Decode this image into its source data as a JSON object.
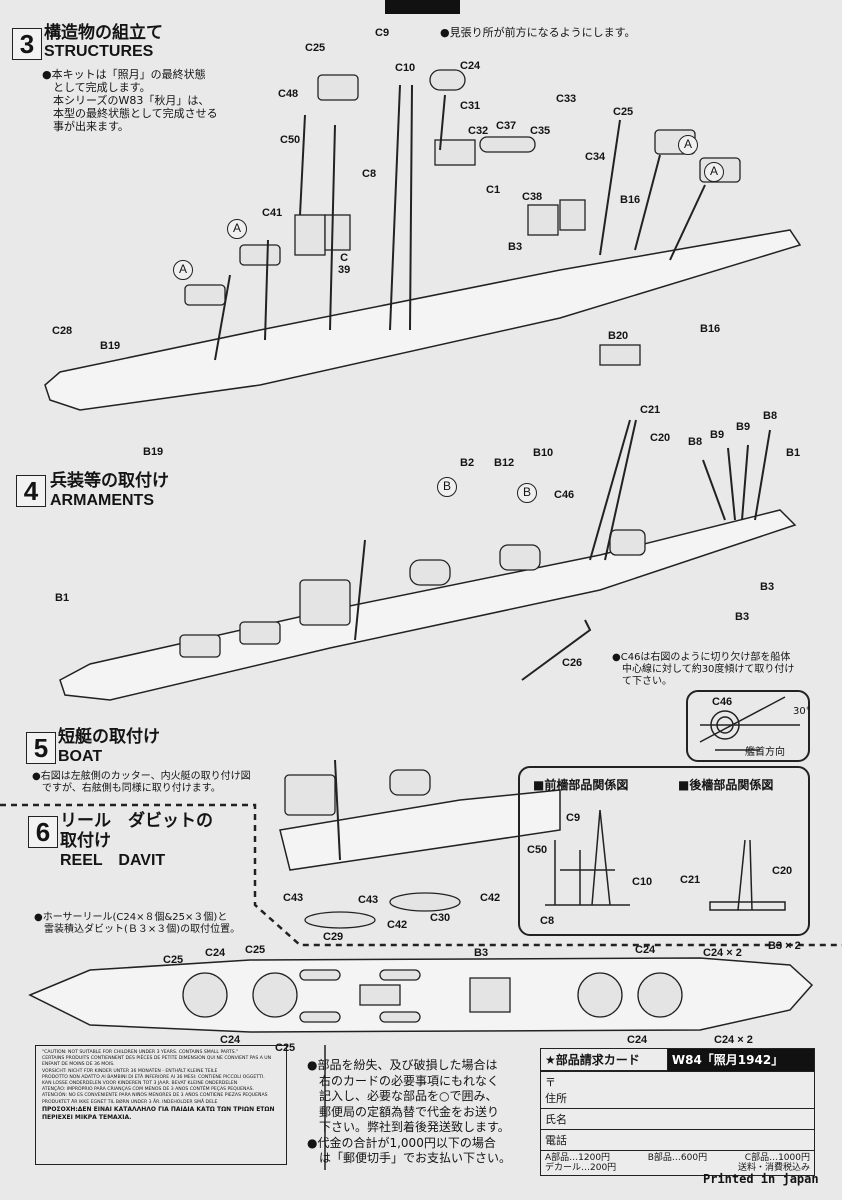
{
  "step3": {
    "num": "3",
    "title_jp": "構造物の組立て",
    "title_en": "STRUCTURES",
    "note": "●本キットは「照月」の最終状態\n　として完成します。\n　本シリーズのW83「秋月」は、\n　本型の最終状態として完成させる\n　事が出来ます。",
    "lookout_note": "見張り所が前方になるようにします。",
    "labels": [
      "C25",
      "C9",
      "C10",
      "C24",
      "C48",
      "C31",
      "C33",
      "C25",
      "C32",
      "C37",
      "C35",
      "C50",
      "C34",
      "C8",
      "C1",
      "C38",
      "B16",
      "C41",
      "C\n39",
      "B3",
      "B20",
      "B16",
      "C28",
      "B19",
      "B19"
    ],
    "circle": "A"
  },
  "step4": {
    "num": "4",
    "title_jp": "兵装等の取付け",
    "title_en": "ARMAMENTS",
    "labels": [
      "C21",
      "C20",
      "B8",
      "B8",
      "B9",
      "B9",
      "B10",
      "B2",
      "B12",
      "B1",
      "C46",
      "B3",
      "B3",
      "B1",
      "C26"
    ],
    "circle": "B",
    "c46_note": "●C46は右図のように切り欠け部を船体\n　中心線に対して約30度傾けて取り付け\n　て下さい。",
    "c46_label": "C46",
    "angle": "30°",
    "bow_dir": "艦首方向"
  },
  "step5": {
    "num": "5",
    "title_jp": "短艇の取付け",
    "title_en": "BOAT",
    "note": "●右図は左舷側のカッター、内火艇の取り付け図\n　ですが、右舷側も同様に取り付けます。",
    "labels": [
      "C43",
      "C43",
      "C30",
      "C42",
      "C42",
      "C29"
    ]
  },
  "step6": {
    "num": "6",
    "title_jp1": "リール　ダビットの",
    "title_jp2": "取付け",
    "title_en": "REEL　DAVIT",
    "note": "●ホーサーリール(C24×８個&25×３個)と\n　雷装積込ダビット(Ｂ３×３個)の取付位置。",
    "labels": [
      "C25",
      "C24",
      "C25",
      "B3",
      "C24",
      "C24 × 2",
      "B3 × 2",
      "C24",
      "C25",
      "C24",
      "C24 × 2"
    ]
  },
  "mast": {
    "fore_title": "■前檣部品関係図",
    "aft_title": "■後檣部品関係図",
    "labels": [
      "C9",
      "C50",
      "C10",
      "C8",
      "C21",
      "C20"
    ]
  },
  "caution": [
    "\"CAUTION: NOT SUITABLE FOR CHILDREN UNDER 3 YEARS. CONTAINS SMALL PARTS.\"",
    "CERTAINS PRODUITS CONTIENNENT DES PIÈCES DE PETITE DIMENSION QUI NE CONVIENT PAS A UN ENFANT DE MOINS DE 36 MOIS.",
    "VORSICHT: NICHT FÜR KINDER UNTER 36 MONATEN - ENTHÄLT KLEINE TEILE",
    "PRODOTTO NON ADATTO AI BAMBINI DI ETÀ INFERIORE AI 36 MESI: CONTIENE PICCOLI OGGETTI.",
    "KAN LOSSE ONDERDELEN VOOR KINDEREN TOT 3 JAAR. BEVAT KLEINE ONDERDELEN",
    "ATENÇÃO: IMPRÓPRIO PARA CRIANÇAS COM MENOS DE 3 ANOS CONTÉM PEÇAS PEQUENAS.",
    "ATENCIÓN: NO ES CONVENIENTE PARA NIÑOS MENORES DE 3 AÑOS CONTIENE PIEZAS PEQUEÑAS",
    "PRODUKTET ÄR IKKE EGNET TIL BØRN UNDER 3 ÅR. INDEHOLDER SMÅ DELE",
    "ΠΡΟΣΟΧΗ:ΔΕΝ ΕΙΝΑΙ ΚΑΤΑΛΛΗΛΟ ΓΙΑ ΠΑΙΔΙΑ ΚΑΤΩ ΤΩΝ ΤΡΙΩΝ ΕΤΩΝ ΠΕΡΙΕΧΕΙ ΜΙΚΡΑ ΤΕΜΑΧΙΑ."
  ],
  "order_note": "●部品を紛失、及び破損した場合は\n　右のカードの必要事項にもれなく\n　記入し、必要な部品を○で囲み、\n　郵便局の定額為替で代金をお送り\n　下さい。弊社到着後発送致します。\n●代金の合計が1,000円以下の場合\n　は「郵便切手」でお支払い下さい。",
  "card": {
    "title": "★部品請求カード",
    "product": "W84「照月1942」",
    "postal": "〒",
    "address": "住所",
    "name": "氏名",
    "phone": "電話",
    "price_a": "A部品…1200円",
    "price_b": "B部品…600円",
    "price_c": "C部品…1000円",
    "price_decal": "デカール…200円",
    "shipping": "送料・消費税込み"
  },
  "footer": "Printed in japan"
}
